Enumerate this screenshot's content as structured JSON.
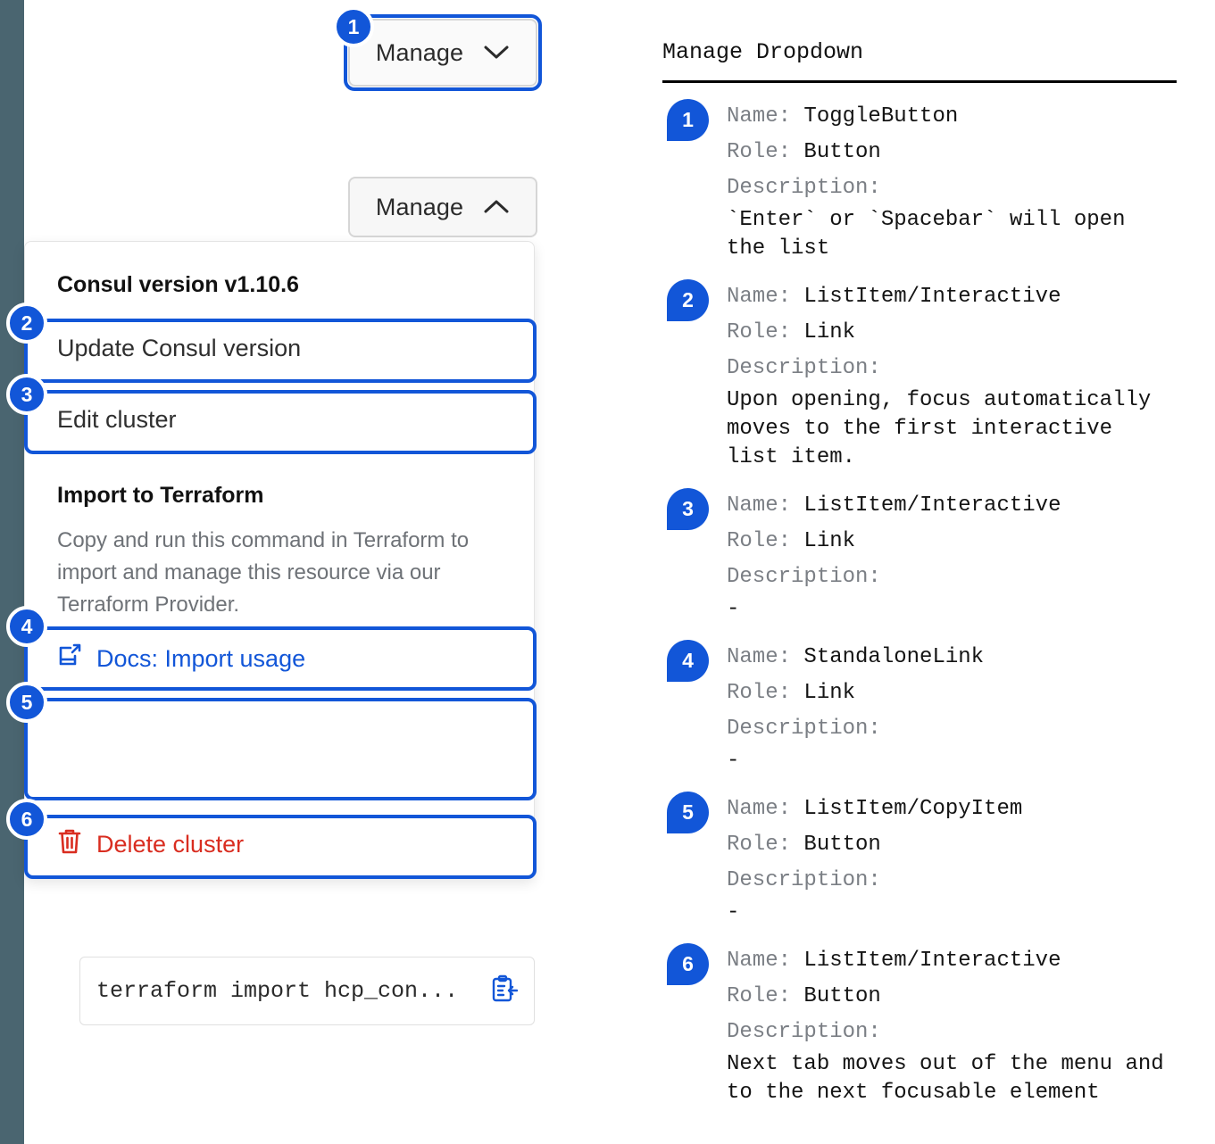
{
  "left_panel": {
    "toggle_closed": {
      "label": "Manage",
      "icon": "chevron-down-icon"
    },
    "toggle_open": {
      "label": "Manage",
      "icon": "chevron-up-icon"
    },
    "dropdown": {
      "version_heading": "Consul version v1.10.6",
      "update_item": "Update Consul version",
      "edit_item": "Edit cluster",
      "terraform_heading": "Import to Terraform",
      "terraform_description": "Copy and run this command in Terraform to import and manage this resource via our Terraform Provider.",
      "docs_link": "Docs: Import usage",
      "code_command": "terraform import hcp_con...",
      "copy_icon": "clipboard-copy-icon",
      "docs_icon": "docs-external-link-icon",
      "delete_icon": "trash-icon",
      "delete_item": "Delete cluster"
    },
    "markers": [
      "1",
      "2",
      "3",
      "4",
      "5",
      "6"
    ]
  },
  "notes": {
    "title": "Manage Dropdown",
    "labels": {
      "name": "Name:",
      "role": "Role:",
      "description": "Description:"
    },
    "items": [
      {
        "marker": "1",
        "name": "ToggleButton",
        "role": "Button",
        "description": "`Enter` or `Spacebar` will open\nthe list"
      },
      {
        "marker": "2",
        "name": "ListItem/Interactive",
        "role": "Link",
        "description": "Upon opening, focus automatically\nmoves to the first interactive\nlist item."
      },
      {
        "marker": "3",
        "name": "ListItem/Interactive",
        "role": "Link",
        "description": "-"
      },
      {
        "marker": "4",
        "name": "StandaloneLink",
        "role": "Link",
        "description": "-"
      },
      {
        "marker": "5",
        "name": "ListItem/CopyItem",
        "role": "Button",
        "description": "-"
      },
      {
        "marker": "6",
        "name": "ListItem/Interactive",
        "role": "Button",
        "description": "Next tab moves out of the menu and\nto the next focusable element"
      }
    ]
  },
  "colors": {
    "accent_blue": "#1256d8",
    "danger_red": "#d92d20",
    "stripe": "#4a6570"
  }
}
